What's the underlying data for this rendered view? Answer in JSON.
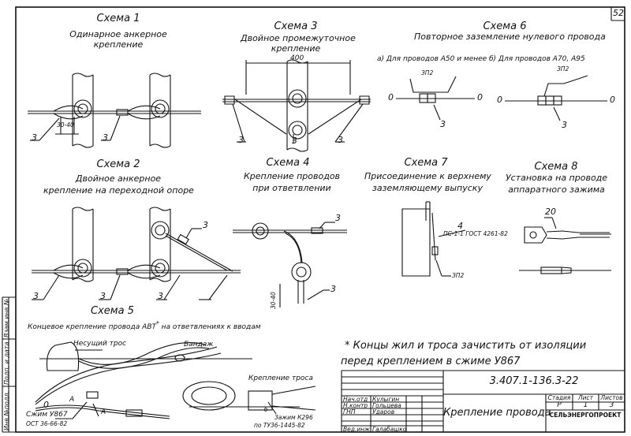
{
  "page_number": "52",
  "schemes": {
    "s1": {
      "title": "Схема 1",
      "desc1": "Одинарное анкерное",
      "desc2": "крепление",
      "dim": "30-40",
      "labels": [
        "3",
        "3"
      ]
    },
    "s2": {
      "title": "Схема 2",
      "desc1": "Двойное анкерное",
      "desc2": "крепление на переходной опоре",
      "labels": [
        "3",
        "3",
        "3",
        "3"
      ]
    },
    "s3": {
      "title": "Схема 3",
      "desc1": "Двойное промежуточное",
      "desc2": "крепление",
      "dim": "400",
      "labels": [
        "3",
        "3",
        "3"
      ]
    },
    "s4": {
      "title": "Схема 4",
      "desc1": "Крепление проводов",
      "desc2": "при ответвлении",
      "dim": "30-40",
      "labels": [
        "3",
        "3"
      ]
    },
    "s5": {
      "title": "Схема 5",
      "desc": "Концевое крепление провода АВТ",
      "desc_star": "*",
      "desc_end": "на ответвлениях к вводам",
      "nesushchiy": "Несущий трос",
      "bandazh": "Бандаж",
      "zero": "0",
      "a1": "А",
      "a2": "А",
      "zhim": "Сжим У867",
      "ost": "ОСТ 36-66-82",
      "krepl_trosa": "Крепление троса",
      "b": "б",
      "zazhim": "Зажим К296",
      "tu": "по ТУ36-1445-82"
    },
    "s6": {
      "title": "Схема 6",
      "desc": "Повторное заземление нулевого провода",
      "a": "а) Для проводов А50 и менее",
      "b": "б) Для проводов А70, А95",
      "zp": "ЗП2",
      "zero": "0",
      "three": "3"
    },
    "s7": {
      "title": "Схема 7",
      "desc1": "Присоединение к верхнему",
      "desc2": "заземляющему выпуску",
      "four": "4",
      "gost": "ПС-1-1 ГОСТ 4261-82",
      "zp": "ЗП2"
    },
    "s8": {
      "title": "Схема 8",
      "desc1": "Установка на проводе",
      "desc2": "аппаратного зажима",
      "twenty": "20"
    }
  },
  "note1": "* Концы жил и троса зачистить от изоляции",
  "note2": "перед креплением в сжиме У867",
  "stamp": {
    "code": "3.407.1-136.3-22",
    "name": "Крепление провода",
    "org": "СЕЛЬЭНЕРГОПРОЕКТ",
    "headers": [
      "Стадия",
      "Лист",
      "Листов"
    ],
    "values": [
      "Р",
      "1",
      "3"
    ],
    "rows": [
      {
        "role": "Нач.отд",
        "name": "Кулыгин"
      },
      {
        "role": "Н.контр",
        "name": "Гольцева"
      },
      {
        "role": "ГНП",
        "name": "Ударов"
      },
      {
        "role": "",
        "name": ""
      },
      {
        "role": "Вед.инж",
        "name": "Галабашко"
      }
    ]
  },
  "side": [
    "Инв.№подл.",
    "Подп. и дата",
    "Взам.инв.№"
  ]
}
